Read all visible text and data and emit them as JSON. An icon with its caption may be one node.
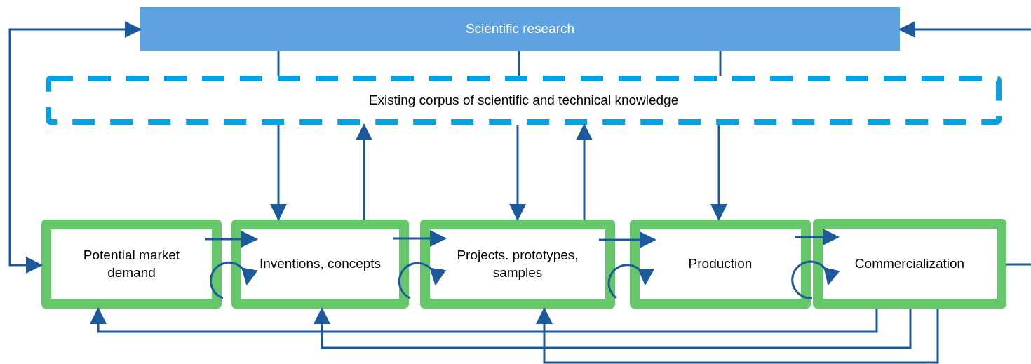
{
  "diagram": {
    "nodes": [
      {
        "text": [
          "Scientific research"
        ]
      },
      {
        "text": [
          "Existing corpus of scientific and technical knowledge"
        ]
      },
      {
        "text": [
          "Potential market demand"
        ]
      },
      {
        "text": [
          "Inventions, concepts"
        ]
      },
      {
        "text": [
          "Projects. prototypes, samples"
        ]
      },
      {
        "text": [
          "Production"
        ]
      },
      {
        "text": [
          "Commercialization"
        ]
      }
    ],
    "edges": [
      {
        "from": 0,
        "to": 1,
        "arrow": "none"
      },
      {
        "from": 0,
        "to": 1,
        "arrow": "none"
      },
      {
        "from": 0,
        "to": 1,
        "arrow": "none"
      },
      {
        "from": 1,
        "to": 3,
        "arrow": "to"
      },
      {
        "from": 3,
        "to": 1,
        "arrow": "to"
      },
      {
        "from": 1,
        "to": 4,
        "arrow": "to"
      },
      {
        "from": 4,
        "to": 1,
        "arrow": "to"
      },
      {
        "from": 1,
        "to": 5,
        "arrow": "to"
      },
      {
        "from": 2,
        "to": 3,
        "arrow": "to"
      },
      {
        "from": 3,
        "to": 4,
        "arrow": "to"
      },
      {
        "from": 4,
        "to": 5,
        "arrow": "to"
      },
      {
        "from": 5,
        "to": 6,
        "arrow": "to"
      },
      {
        "from": 2,
        "to": 3,
        "arrow": "to"
      },
      {
        "from": 3,
        "to": 4,
        "arrow": "to"
      },
      {
        "from": 4,
        "to": 5,
        "arrow": "to"
      },
      {
        "from": 5,
        "to": 6,
        "arrow": "to"
      },
      {
        "from": 2,
        "to": 0,
        "arrow": "both"
      },
      {
        "from": null,
        "to": 0,
        "arrow": "to"
      },
      {
        "from": 6,
        "to": null,
        "arrow": "none"
      },
      {
        "from": 6,
        "to": 2,
        "arrow": "to"
      },
      {
        "from": 6,
        "to": 3,
        "arrow": "to"
      },
      {
        "from": 6,
        "to": 4,
        "arrow": "to"
      }
    ]
  }
}
